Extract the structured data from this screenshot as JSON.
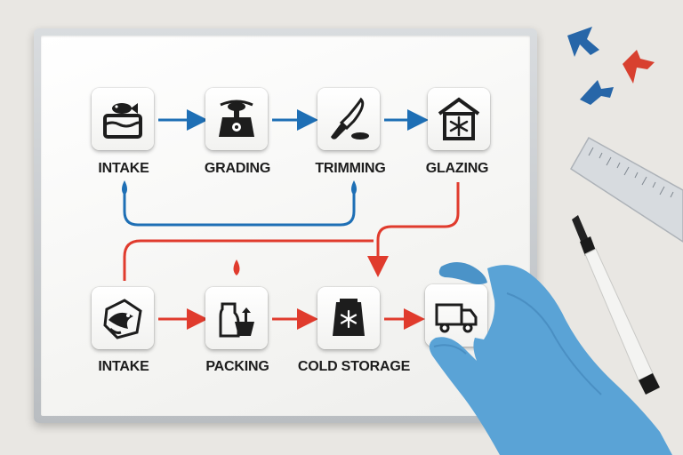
{
  "steps_top": [
    "INTAKE",
    "GRADING",
    "TRIMMING",
    "GLAZING"
  ],
  "steps_bottom": [
    "INTAKE",
    "PACKING",
    "COLD STORAGE",
    ""
  ],
  "icons": {
    "top": [
      "fish-tank-icon",
      "weighing-scale-icon",
      "fillet-knife-icon",
      "freezer-house-icon"
    ],
    "bottom": [
      "fish-head-icon",
      "packing-vessel-icon",
      "frozen-bag-icon",
      "delivery-truck-icon"
    ]
  },
  "colors": {
    "blue": "#1e6fb5",
    "red": "#e03b2d",
    "ink": "#1d1d1d",
    "glove": "#5aa3d6"
  }
}
